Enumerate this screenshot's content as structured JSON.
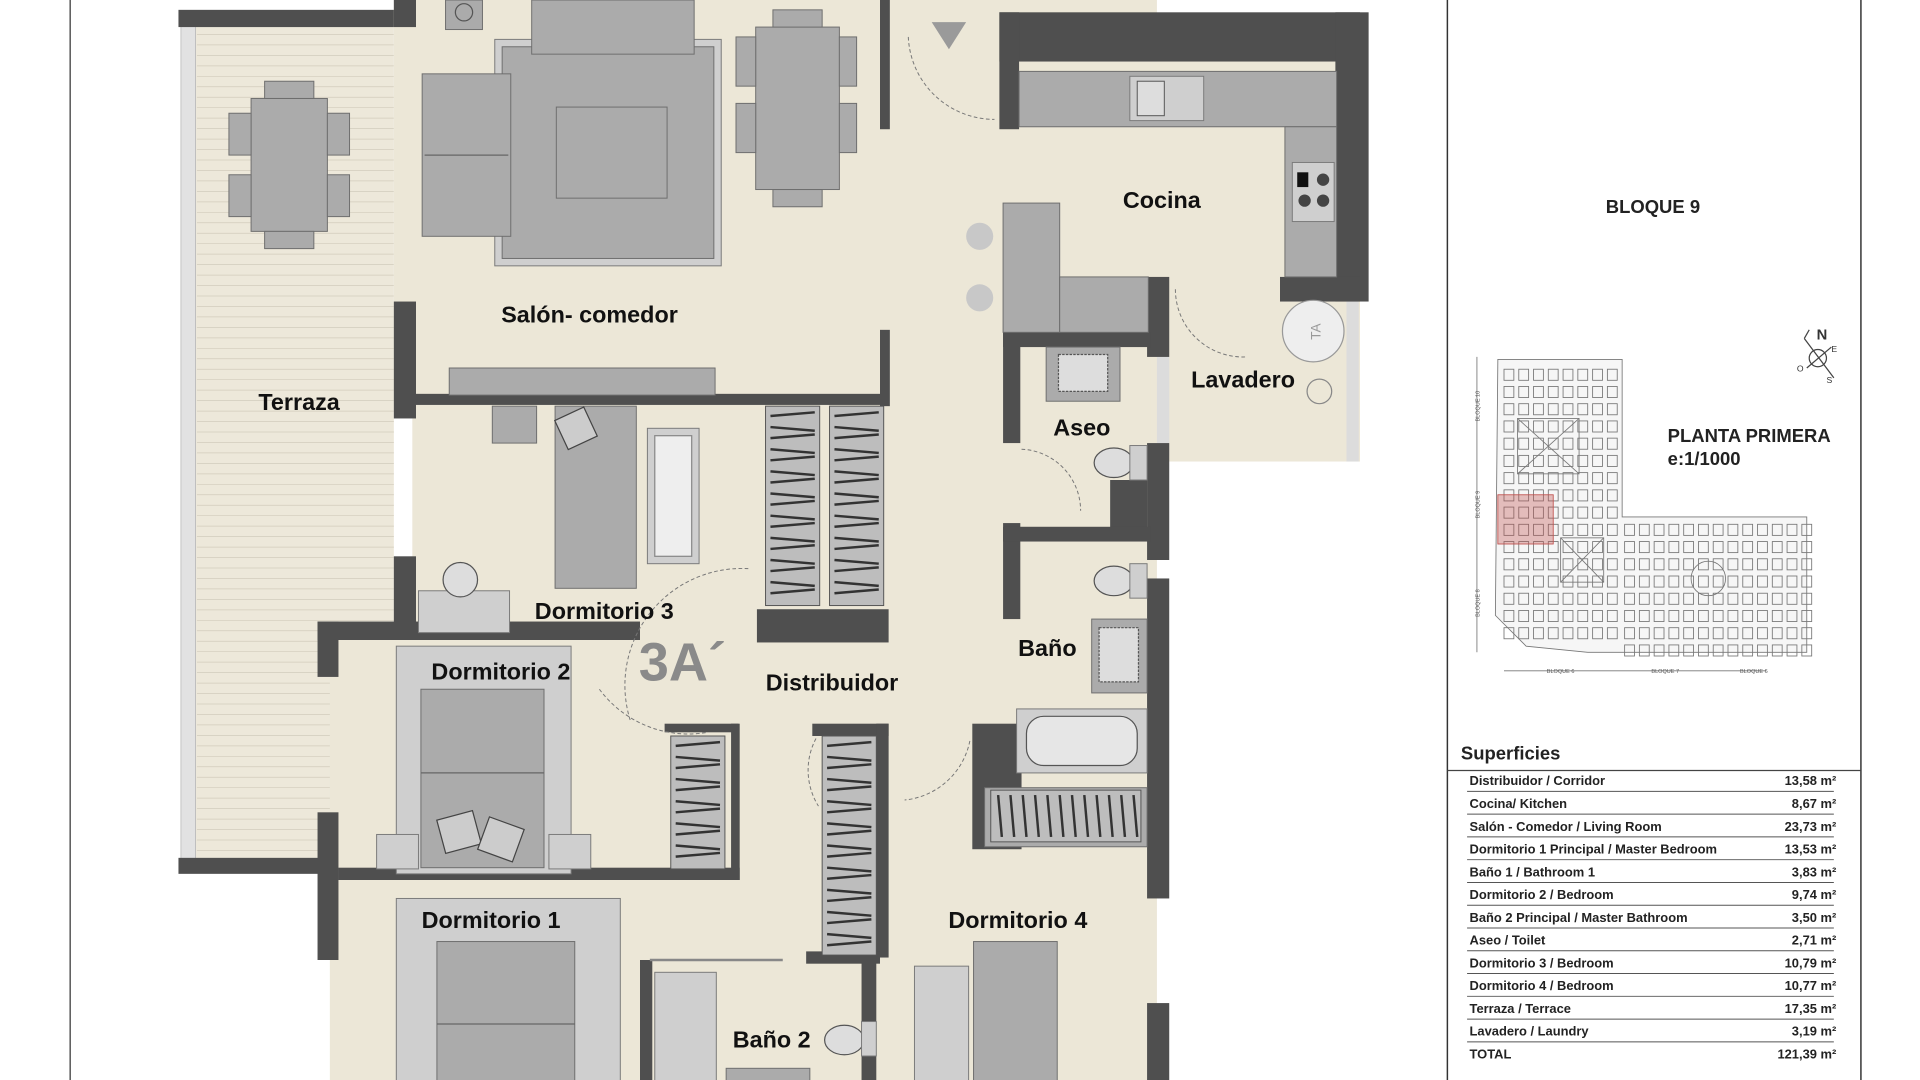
{
  "plan": {
    "unit_label": "3A´",
    "rooms": {
      "terraza": "Terraza",
      "salon": "Salón- comedor",
      "cocina": "Cocina",
      "lavadero": "Lavadero",
      "aseo": "Aseo",
      "dormitorio3": "Dormitorio 3",
      "dormitorio2": "Dormitorio 2",
      "distribuidor": "Distribuidor",
      "bano": "Baño",
      "dormitorio4": "Dormitorio 4",
      "dormitorio1": "Dormitorio 1",
      "bano2": "Baño 2"
    },
    "appliance_label": "TA"
  },
  "panel": {
    "block": "BLOQUE 9",
    "floor": "PLANTA PRIMERA",
    "scale": "e:1/1000",
    "compass": {
      "n": "N",
      "e": "E",
      "s": "S",
      "o": "O"
    },
    "site_blocks": [
      "BLOQUE 10",
      "BLOQUE 9",
      "BLOQUE 8",
      "BLOQUE 6",
      "BLOQUE 7",
      "BLOQUE 6"
    ]
  },
  "surfaces": {
    "heading": "Superficies",
    "rows": [
      {
        "label": "Distribuidor / Corridor",
        "value": "13,58 m²"
      },
      {
        "label": "Cocina/ Kitchen",
        "value": "8,67 m²"
      },
      {
        "label": "Salón - Comedor / Living Room",
        "value": "23,73 m²"
      },
      {
        "label": "Dormitorio 1 Principal / Master Bedroom",
        "value": "13,53 m²"
      },
      {
        "label": "Baño 1 / Bathroom 1",
        "value": "3,83 m²"
      },
      {
        "label": "Dormitorio 2 / Bedroom",
        "value": "9,74 m²"
      },
      {
        "label": "Baño 2 Principal / Master Bathroom",
        "value": "3,50 m²"
      },
      {
        "label": "Aseo / Toilet",
        "value": "2,71 m²"
      },
      {
        "label": "Dormitorio 3 / Bedroom",
        "value": "10,79 m²"
      },
      {
        "label": "Dormitorio 4 / Bedroom",
        "value": "10,77 m²"
      },
      {
        "label": "Terraza  / Terrace",
        "value": "17,35 m²"
      },
      {
        "label": "Lavadero  / Laundry",
        "value": "3,19 m²"
      }
    ],
    "total": {
      "label": "TOTAL",
      "value": "121,39 m²"
    }
  },
  "colors": {
    "floor": "#ece7d7",
    "wall": "#4f4f4f",
    "furniture": "#ababab",
    "highlight": "#c0504d"
  }
}
